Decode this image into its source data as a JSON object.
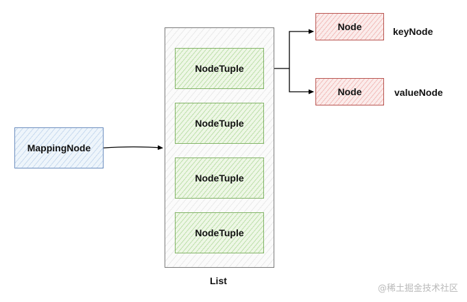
{
  "mapping_node": {
    "label": "MappingNode"
  },
  "list": {
    "label": "List",
    "items": [
      {
        "label": "NodeTuple"
      },
      {
        "label": "NodeTuple"
      },
      {
        "label": "NodeTuple"
      },
      {
        "label": "NodeTuple"
      }
    ]
  },
  "nodes": [
    {
      "label": "Node",
      "role": "keyNode"
    },
    {
      "label": "Node",
      "role": "valueNode"
    }
  ],
  "watermark": "@稀土掘金技术社区",
  "colors": {
    "mapping_border": "#6c8ebf",
    "list_border": "#7a7a7a",
    "tuple_border": "#82b366",
    "node_border": "#b85450",
    "arrow": "#000000"
  }
}
